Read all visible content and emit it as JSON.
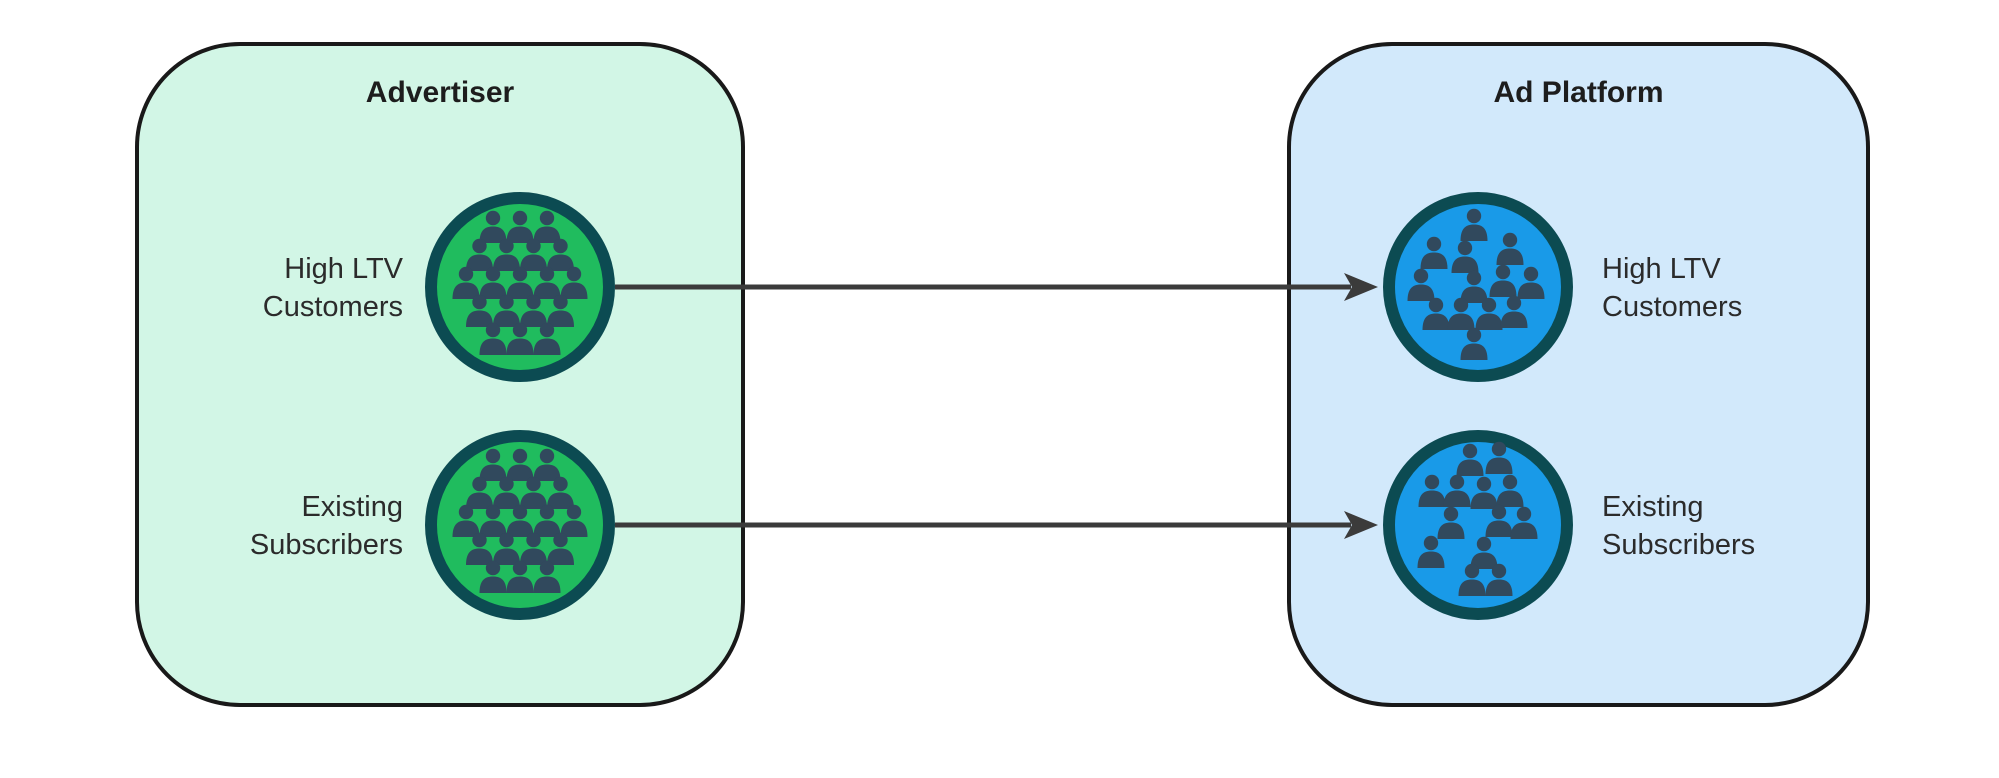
{
  "colors": {
    "page_bg": "#ffffff",
    "box_border": "#191919",
    "advertiser_box_fill": "#d2f6e6",
    "platform_box_fill": "#d2e9fb",
    "advertiser_audience_fill": "#20bc5e",
    "platform_audience_fill": "#199ae8",
    "audience_ring": "#0c4b52",
    "person_color": "#31495d",
    "arrow_color": "#3b3b3b",
    "title_text": "#1d1d1d",
    "label_text": "#2b2b2b"
  },
  "advertiser": {
    "title": "Advertiser",
    "audiences": [
      {
        "label_line1": "High LTV",
        "label_line2": "Customers",
        "icon": "crowd-icon",
        "people_count": 19,
        "crowd_style": "dense"
      },
      {
        "label_line1": "Existing",
        "label_line2": "Subscribers",
        "icon": "crowd-icon",
        "people_count": 19,
        "crowd_style": "dense"
      }
    ]
  },
  "ad_platform": {
    "title": "Ad Platform",
    "audiences": [
      {
        "label_line1": "High LTV",
        "label_line2": "Customers",
        "icon": "crowd-icon",
        "people_count": 13,
        "crowd_style": "scatter1"
      },
      {
        "label_line1": "Existing",
        "label_line2": "Subscribers",
        "icon": "crowd-icon",
        "people_count": 13,
        "crowd_style": "scatter2"
      }
    ]
  },
  "arrows": [
    {
      "from": "Advertiser High LTV Customers",
      "to": "Ad Platform High LTV Customers"
    },
    {
      "from": "Advertiser Existing Subscribers",
      "to": "Ad Platform Existing Subscribers"
    }
  ]
}
